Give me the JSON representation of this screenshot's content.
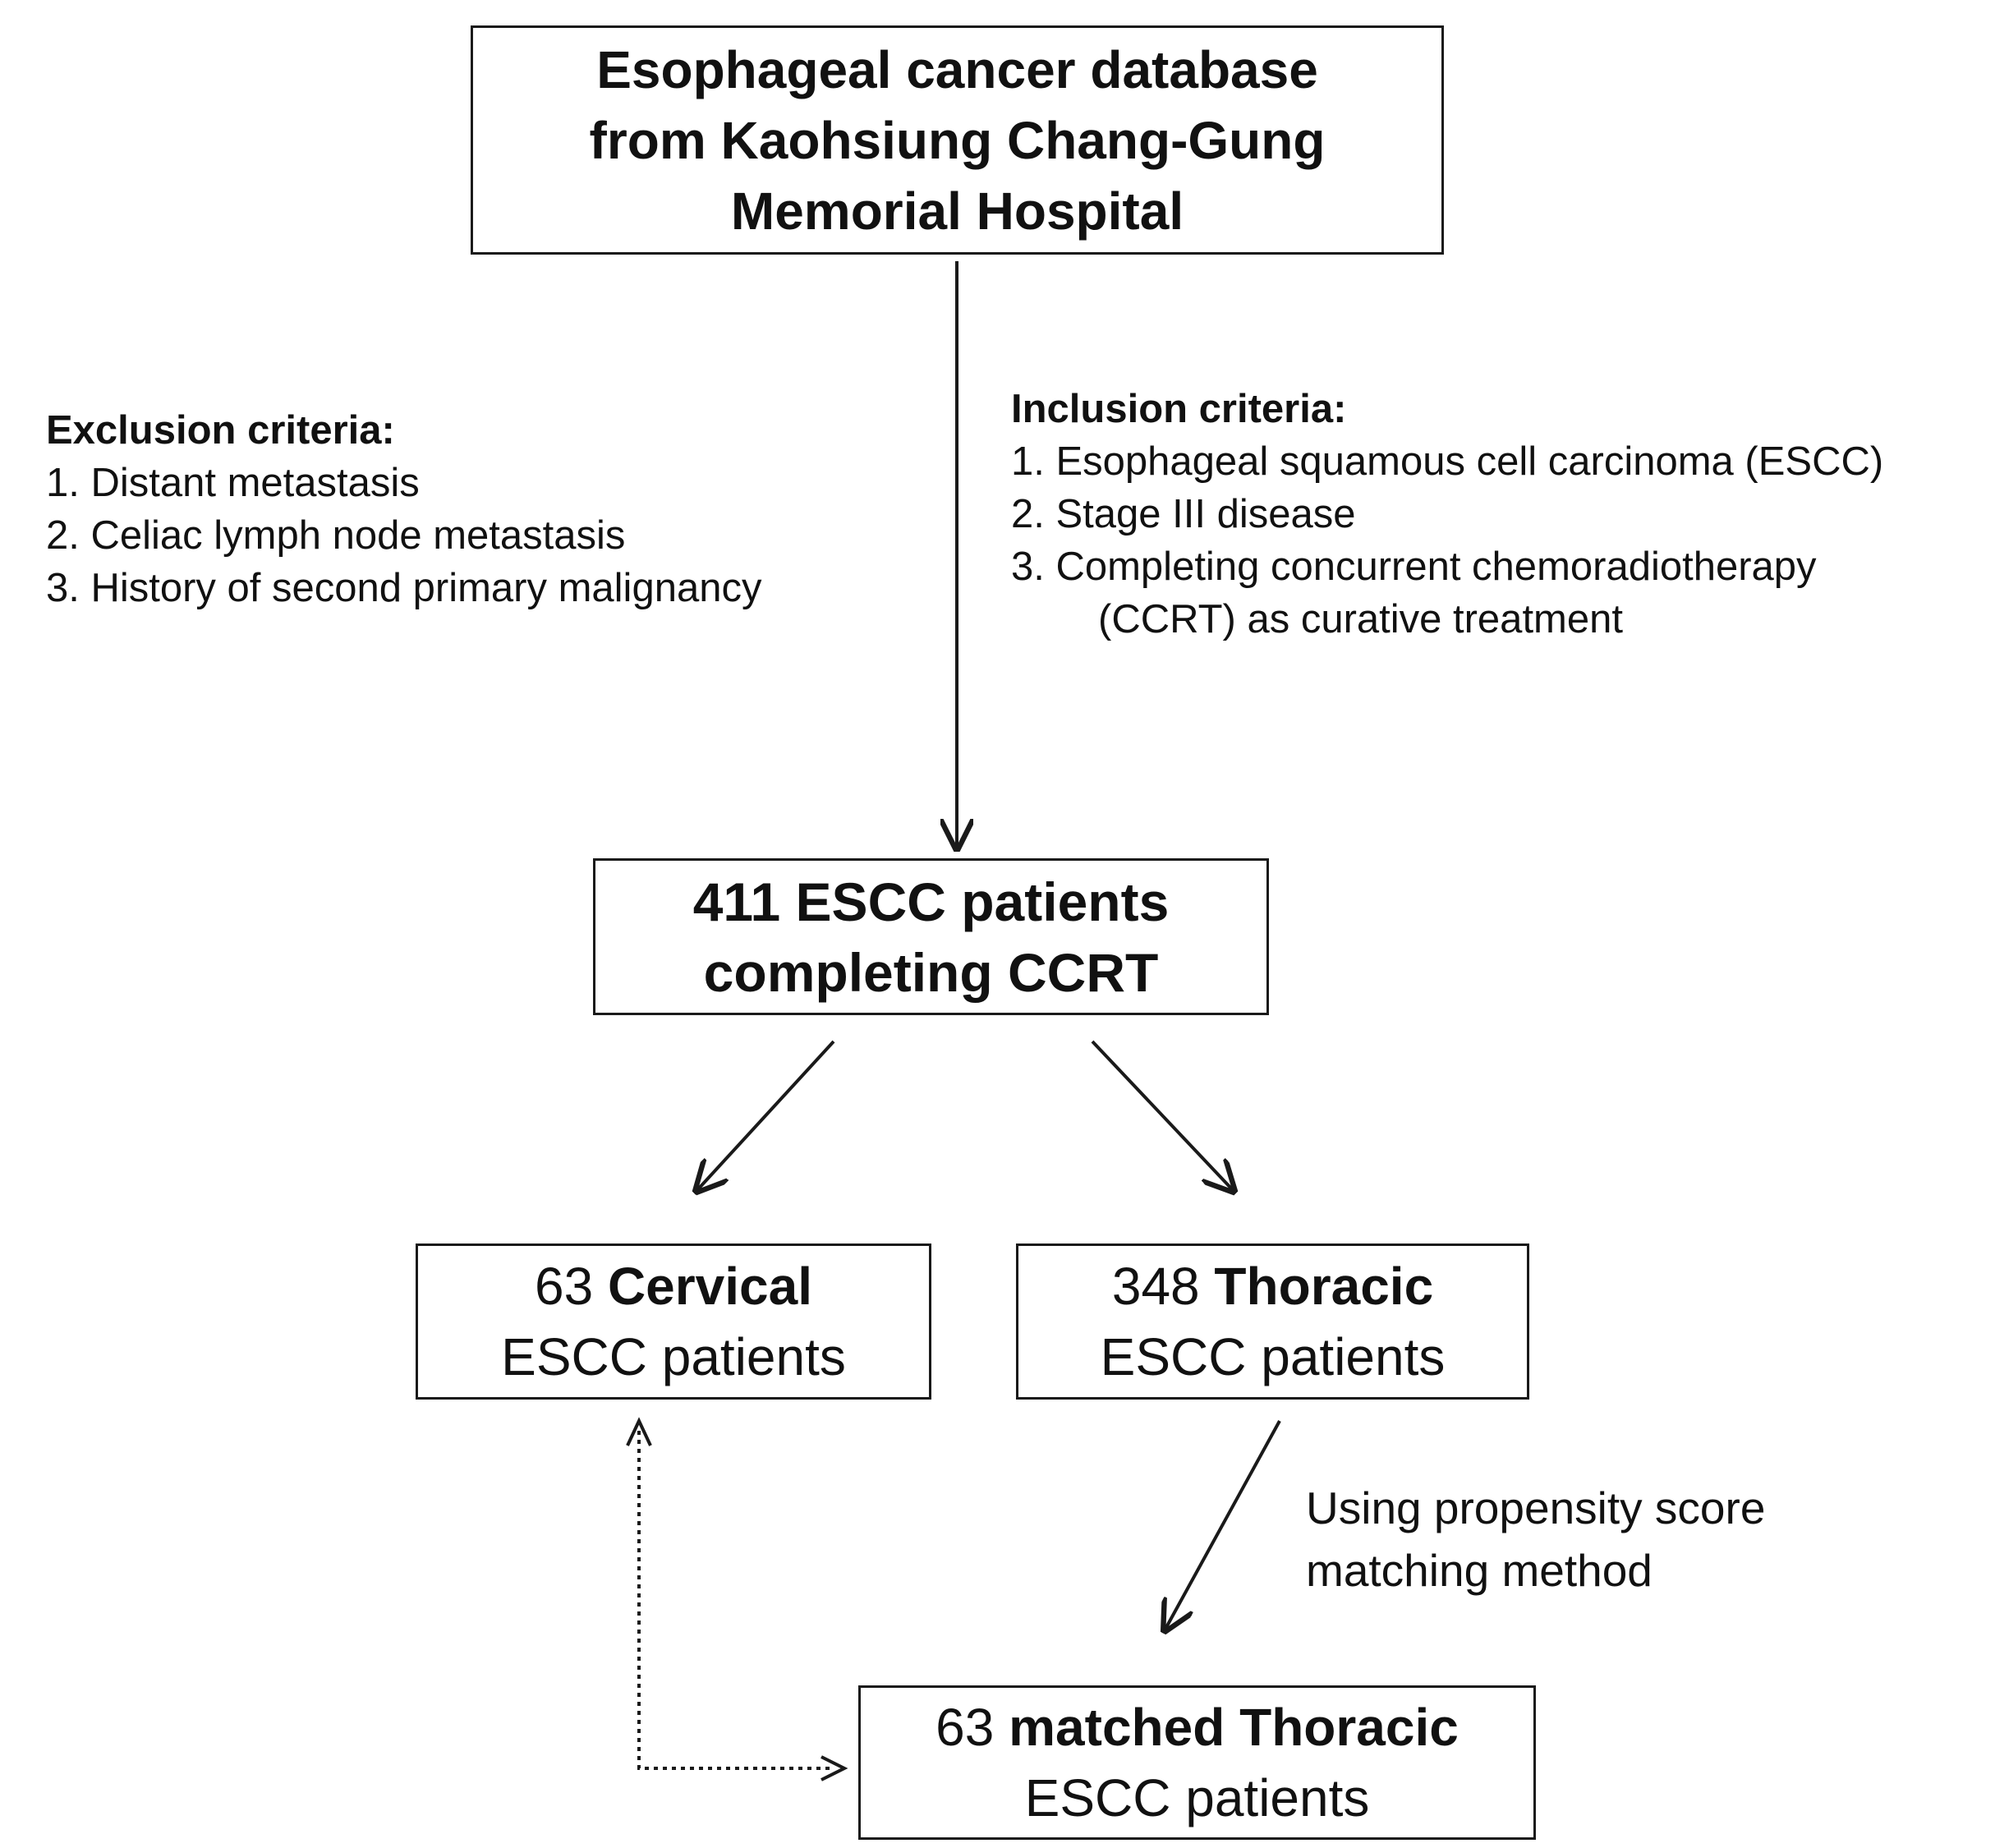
{
  "database_box": {
    "lines": [
      "Esophageal cancer database",
      "from Kaohsiung Chang-Gung",
      "Memorial Hospital"
    ]
  },
  "exclusion": {
    "heading": "Exclusion criteria:",
    "items": [
      "1. Distant metastasis",
      "2. Celiac lymph node metastasis",
      "3. History of second primary malignancy"
    ]
  },
  "inclusion": {
    "heading": "Inclusion criteria:",
    "items": [
      "1. Esophageal squamous cell carcinoma (ESCC)",
      "2. Stage III disease",
      "3. Completing concurrent chemoradiotherapy"
    ],
    "item3_continuation": "(CCRT) as curative treatment"
  },
  "cohort_box": {
    "lines": [
      "411 ESCC patients",
      "completing CCRT"
    ]
  },
  "cervical_box": {
    "count": "63",
    "label": "Cervical",
    "line2": "ESCC patients"
  },
  "thoracic_box": {
    "count": "348",
    "label": "Thoracic",
    "line2": "ESCC patients"
  },
  "matching_note": {
    "lines": [
      "Using propensity score",
      "matching method"
    ]
  },
  "matched_box": {
    "count": "63",
    "label": "matched Thoracic",
    "line2": "ESCC patients"
  }
}
